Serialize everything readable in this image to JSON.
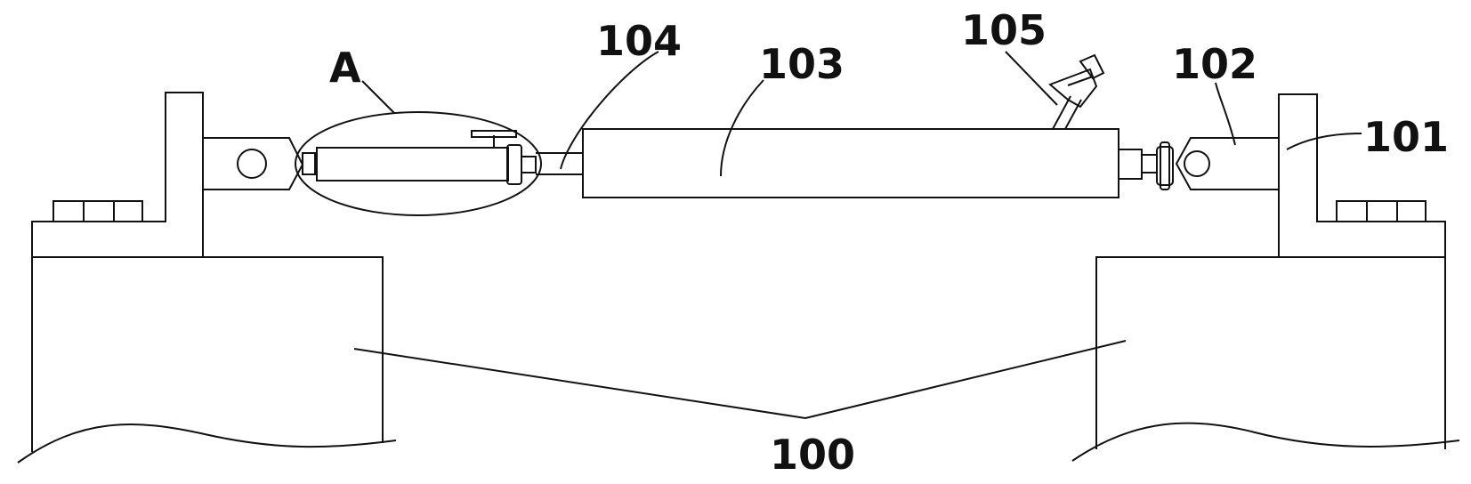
{
  "figure": {
    "labels": {
      "a": "A",
      "base": "100",
      "bracket": "101",
      "clevis": "102",
      "cylinder": "103",
      "rod": "104",
      "valve": "105"
    },
    "colors": {
      "stroke": "#111111",
      "background": "#ffffff"
    }
  }
}
